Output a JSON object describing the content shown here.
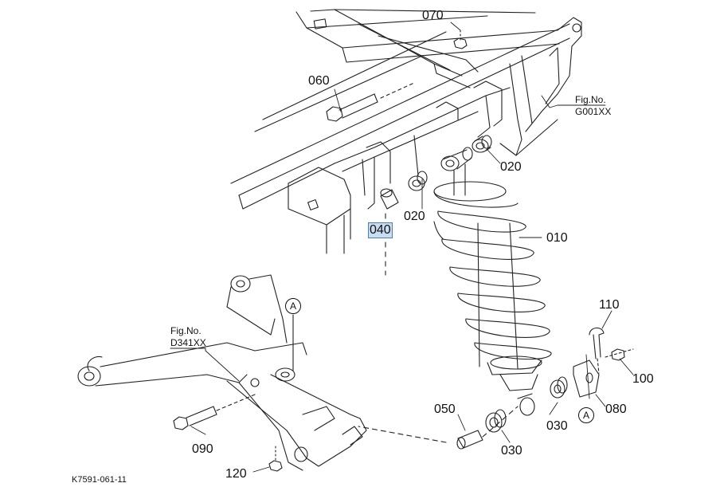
{
  "diagram": {
    "drawing_id": "K7591-061-11",
    "callouts": [
      {
        "id": "c070",
        "label": "070",
        "selected": false
      },
      {
        "id": "c060",
        "label": "060",
        "selected": false
      },
      {
        "id": "c020a",
        "label": "020",
        "selected": false
      },
      {
        "id": "c020b",
        "label": "020",
        "selected": false
      },
      {
        "id": "c040",
        "label": "040",
        "selected": true
      },
      {
        "id": "c010",
        "label": "010",
        "selected": false
      },
      {
        "id": "c110",
        "label": "110",
        "selected": false
      },
      {
        "id": "c100",
        "label": "100",
        "selected": false
      },
      {
        "id": "c080",
        "label": "080",
        "selected": false
      },
      {
        "id": "c050",
        "label": "050",
        "selected": false
      },
      {
        "id": "c030a",
        "label": "030",
        "selected": false
      },
      {
        "id": "c030b",
        "label": "030",
        "selected": false
      },
      {
        "id": "c090",
        "label": "090",
        "selected": false
      },
      {
        "id": "c120",
        "label": "120",
        "selected": false
      }
    ],
    "figure_refs": [
      {
        "id": "fig-g001",
        "line1": "Fig.No.",
        "line2": "G001XX"
      },
      {
        "id": "fig-d341",
        "line1": "Fig.No.",
        "line2": "D341XX"
      }
    ],
    "reference_marks": [
      {
        "id": "markA1",
        "label": "A"
      },
      {
        "id": "markA2",
        "label": "A"
      }
    ]
  }
}
